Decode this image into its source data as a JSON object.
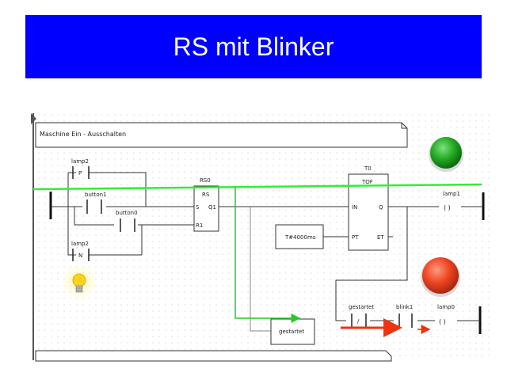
{
  "slide": {
    "title": "RS mit Blinker"
  },
  "editor": {
    "comment_top": "Maschine Ein - Ausschalten",
    "contacts": {
      "lamp2_p": {
        "name": "lamp2",
        "type": "P"
      },
      "button1": {
        "name": "button1"
      },
      "button0": {
        "name": "button0"
      },
      "lamp2_n": {
        "name": "lamp2",
        "type": "N"
      },
      "gestartet": {
        "name": "gestartet",
        "type": "/"
      },
      "blink1": {
        "name": "blink1"
      }
    },
    "rs_block": {
      "instance": "RS0",
      "type": "RS",
      "pin_s": "S",
      "pin_r1": "R1",
      "pin_q1": "Q1"
    },
    "tof_block": {
      "instance": "T0",
      "type": "TOF",
      "pin_in": "IN",
      "pin_pt": "PT",
      "pin_q": "Q",
      "pin_et": "ET"
    },
    "pt_constant": "T#4000ms",
    "gestartet_output": "gestartet",
    "coils": {
      "lamp1": {
        "name": "lamp1",
        "symbol": "( )"
      },
      "lamp0": {
        "name": "lamp0",
        "symbol": "( )"
      }
    },
    "indicators": {
      "green": "#22aa22",
      "red": "#ee4422",
      "bulb": "#ffdd33"
    }
  }
}
